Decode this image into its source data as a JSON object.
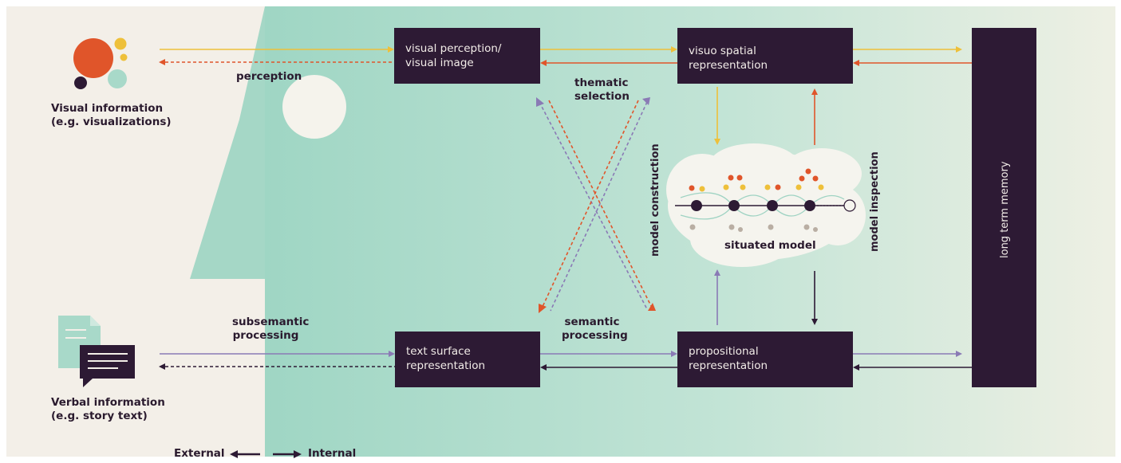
{
  "colors": {
    "background": "#f3efe8",
    "head": "#a8d9c9",
    "box": "#2d1a34",
    "yellow": "#eec03a",
    "orange": "#e0552a",
    "purple": "#8a7ab5",
    "dark": "#2d1a34",
    "cloud": "#f5f4ee",
    "node_teal": "#9fd3c3",
    "node_grey": "#b9aea3"
  },
  "inputs": {
    "visual": {
      "title": "Visual information",
      "subtitle": "(e.g. visualizations)"
    },
    "verbal": {
      "title": "Verbal information",
      "subtitle": "(e.g. story text)"
    }
  },
  "boxes": {
    "visual_perception": [
      "visual perception/",
      "visual image"
    ],
    "visuo_spatial": [
      "visuo spatial",
      "representation"
    ],
    "text_surface": [
      "text surface",
      "representation"
    ],
    "propositional": [
      "propositional",
      "representation"
    ],
    "long_term_memory": "long term memory"
  },
  "labels": {
    "perception": "perception",
    "thematic_selection": [
      "thematic",
      "selection"
    ],
    "subsemantic_processing": [
      "subsemantic",
      "processing"
    ],
    "semantic_processing": [
      "semantic",
      "processing"
    ],
    "model_construction": "model construction",
    "model_inspection": "model inspection",
    "situated_model": "situated model"
  },
  "legend": {
    "external": "External",
    "internal": "Internal"
  }
}
